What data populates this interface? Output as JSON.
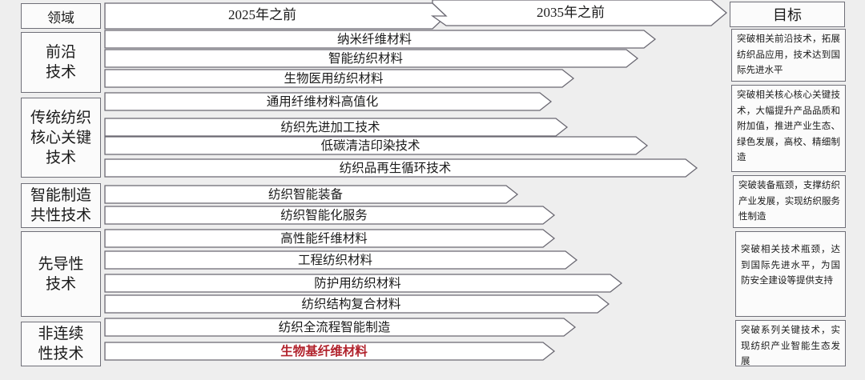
{
  "header": {
    "domain_label": "领域",
    "period_1": "2025年之前",
    "period_2": "2035年之前",
    "goal_label": "目标"
  },
  "domains": [
    "前沿\n技术",
    "传统纺织\n核心关键\n技术",
    "智能制造\n共性技术",
    "先导性\n技术",
    "非连续\n性技术"
  ],
  "goals": [
    "突破相关前沿技术，拓展纺织品应用，技术达到国际先进水平",
    "突破相关核心核心关键技术，大幅提升产品品质和附加值，推进产业生态、绿色发展，高校、精细制造",
    "突破装备瓶颈，支撑纺织产业发展，实现纺织服务性制造",
    "突破相关技术瓶颈，达到国际先进水平，为国防安全建设等提供支持",
    "突破系列关键技术，实现纺织产业智能生态发展"
  ],
  "technologies": [
    {
      "label": "纳米纤维材料",
      "highlight": false
    },
    {
      "label": "智能纺织材料",
      "highlight": false
    },
    {
      "label": "生物医用纺织材料",
      "highlight": false
    },
    {
      "label": "通用纤维材料高值化",
      "highlight": false
    },
    {
      "label": "纺织先进加工技术",
      "highlight": false
    },
    {
      "label": "低碳清洁印染技术",
      "highlight": false
    },
    {
      "label": "纺织品再生循环技术",
      "highlight": false
    },
    {
      "label": "纺织智能装备",
      "highlight": false
    },
    {
      "label": "纺织智能化服务",
      "highlight": false
    },
    {
      "label": "高性能纤维材料",
      "highlight": false
    },
    {
      "label": "工程纺织材料",
      "highlight": false
    },
    {
      "label": "防护用纺织材料",
      "highlight": false
    },
    {
      "label": "纺织结构复合材料",
      "highlight": false
    },
    {
      "label": "纺织全流程智能制造",
      "highlight": false
    },
    {
      "label": "生物基纤维材料",
      "highlight": true
    }
  ],
  "colors": {
    "highlight_text": "#b1222c",
    "border": "#6f6f78"
  }
}
